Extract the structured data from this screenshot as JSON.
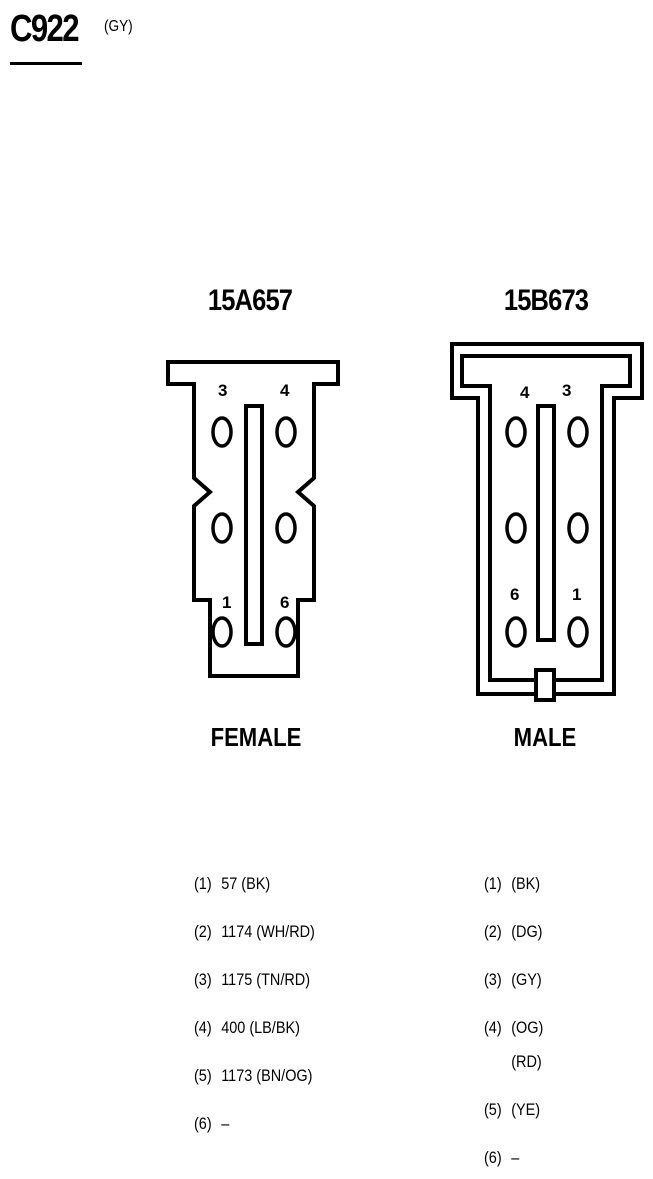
{
  "header": {
    "title": "C922",
    "color_code": "(GY)"
  },
  "female": {
    "part": "15A657",
    "label": "FEMALE",
    "pin_labels": [
      "3",
      "4",
      "1",
      "6"
    ],
    "pins": [
      {
        "idx": "(1)",
        "desc": "57 (BK)"
      },
      {
        "idx": "(2)",
        "desc": "1174 (WH/RD)"
      },
      {
        "idx": "(3)",
        "desc": "1175 (TN/RD)"
      },
      {
        "idx": "(4)",
        "desc": "400 (LB/BK)"
      },
      {
        "idx": "(5)",
        "desc": "1173 (BN/OG)"
      },
      {
        "idx": "(6)",
        "desc": "–"
      }
    ]
  },
  "male": {
    "part": "15B673",
    "label": "MALE",
    "pin_labels": [
      "4",
      "3",
      "6",
      "1"
    ],
    "pins": [
      {
        "idx": "(1)",
        "desc": "(BK)"
      },
      {
        "idx": "(2)",
        "desc": "(DG)"
      },
      {
        "idx": "(3)",
        "desc": "(GY)"
      },
      {
        "idx": "(4)",
        "desc": "(OG)",
        "desc2": "(RD)"
      },
      {
        "idx": "(5)",
        "desc": "(YE)"
      },
      {
        "idx": "(6)",
        "desc": "–"
      }
    ]
  },
  "colors": {
    "ink": "#000000",
    "background": "#ffffff"
  }
}
